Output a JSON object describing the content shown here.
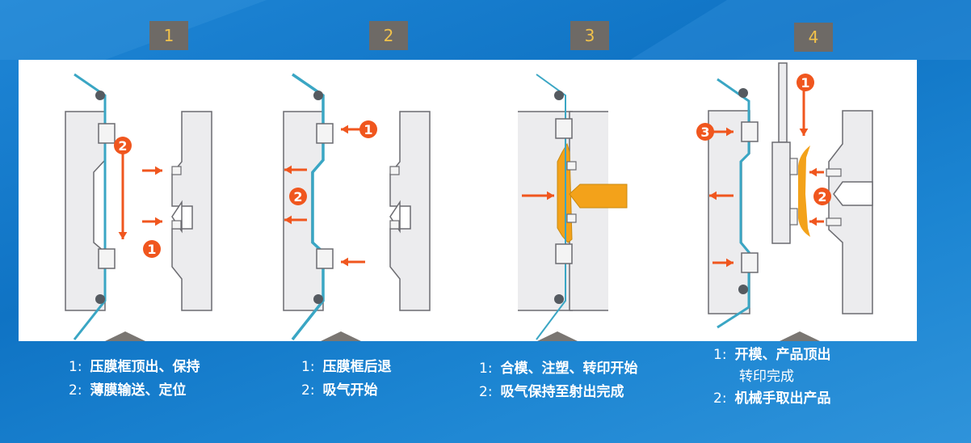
{
  "colors": {
    "film": "#3aa6c4",
    "arrow": "#f0561e",
    "mold": "#ececee",
    "outline": "#6b6b70",
    "product": "#f3a21a",
    "badge_bg": "#6e6a66",
    "badge_text": "#f2c24a"
  },
  "steps": [
    {
      "badge": "1",
      "lines": [
        {
          "num": "1:",
          "text": "压膜框顶出、保持"
        },
        {
          "num": "2:",
          "text": "薄膜输送、定位"
        }
      ]
    },
    {
      "badge": "2",
      "lines": [
        {
          "num": "1:",
          "text": "压膜框后退"
        },
        {
          "num": "2:",
          "text": "吸气开始"
        }
      ]
    },
    {
      "badge": "3",
      "lines": [
        {
          "num": "1:",
          "text": "合模、注塑、转印开始"
        },
        {
          "num": "2:",
          "text": "吸气保持至射出完成"
        }
      ]
    },
    {
      "badge": "4",
      "lines": [
        {
          "num": "1:",
          "text": "开模、产品顶出"
        },
        {
          "num": "",
          "text": "转印完成"
        },
        {
          "num": "2:",
          "text": "机械手取出产品"
        }
      ]
    }
  ],
  "markers": {
    "p1": [
      "2",
      "1"
    ],
    "p2": [
      "1",
      "2"
    ],
    "p4": [
      "1",
      "3",
      "2"
    ]
  }
}
